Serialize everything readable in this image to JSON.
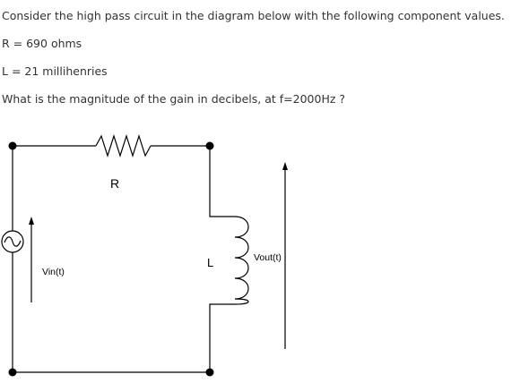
{
  "question": {
    "intro": "Consider the high pass circuit in the diagram below with the following component values.",
    "resistance": "R = 690 ohms",
    "inductance": "L  = 21 millihenries",
    "prompt": "What is the magnitude of the gain in decibels, at f=2000Hz ?"
  },
  "diagram": {
    "resistor_label": "R",
    "inductor_label": "L",
    "input_label": "Vin(t)",
    "output_label": "Vout(t)",
    "source_symbol": "ac-source-icon"
  }
}
